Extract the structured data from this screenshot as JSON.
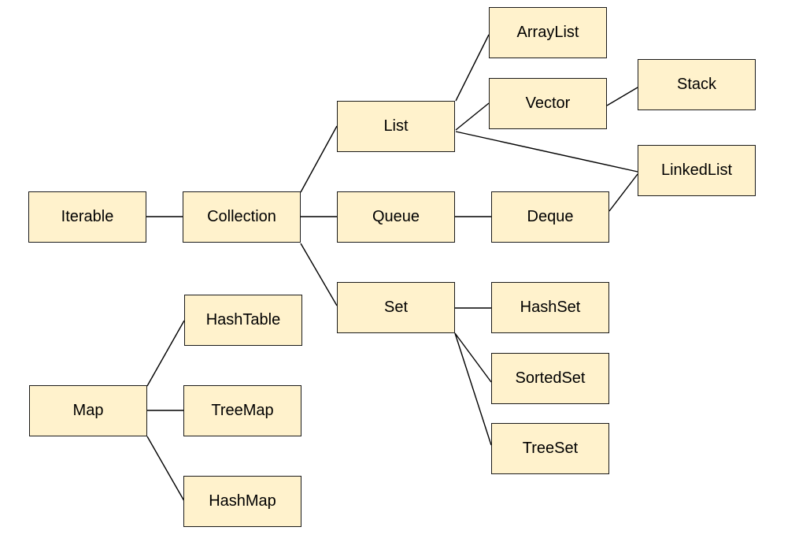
{
  "diagram": {
    "nodes": {
      "iterable": "Iterable",
      "collection": "Collection",
      "list": "List",
      "queue": "Queue",
      "set": "Set",
      "arraylist": "ArrayList",
      "vector": "Vector",
      "stack": "Stack",
      "linkedlist": "LinkedList",
      "deque": "Deque",
      "hashset": "HashSet",
      "sortedset": "SortedSet",
      "treeset": "TreeSet",
      "map": "Map",
      "hashtable": "HashTable",
      "treemap": "TreeMap",
      "hashmap": "HashMap"
    },
    "edges": [
      [
        "iterable",
        "collection"
      ],
      [
        "collection",
        "list"
      ],
      [
        "collection",
        "queue"
      ],
      [
        "collection",
        "set"
      ],
      [
        "list",
        "arraylist"
      ],
      [
        "list",
        "vector"
      ],
      [
        "list",
        "linkedlist"
      ],
      [
        "vector",
        "stack"
      ],
      [
        "queue",
        "deque"
      ],
      [
        "deque",
        "linkedlist"
      ],
      [
        "set",
        "hashset"
      ],
      [
        "set",
        "sortedset"
      ],
      [
        "set",
        "treeset"
      ],
      [
        "map",
        "hashtable"
      ],
      [
        "map",
        "treemap"
      ],
      [
        "map",
        "hashmap"
      ]
    ],
    "colors": {
      "node_fill": "#fff2cc",
      "node_border": "#1a1a1a",
      "edge": "#000000"
    }
  }
}
